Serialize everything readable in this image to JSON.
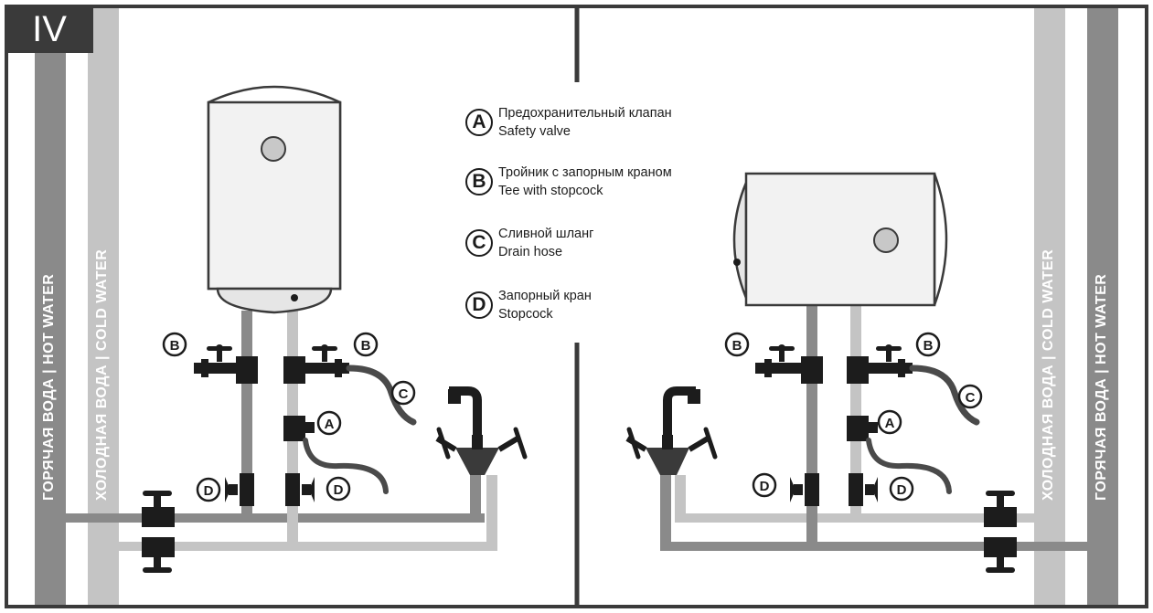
{
  "panel_label": "IV",
  "legend": [
    {
      "letter": "A",
      "ru": "Предохранительный клапан",
      "en": "Safety valve"
    },
    {
      "letter": "B",
      "ru": "Тройник с запорным краном",
      "en": "Tee with stopcock"
    },
    {
      "letter": "C",
      "ru": "Сливной шланг",
      "en": "Drain hose"
    },
    {
      "letter": "D",
      "ru": "Запорный кран",
      "en": "Stopcock"
    }
  ],
  "risers": {
    "hot": "ГОРЯЧАЯ ВОДА  |  HOT WATER",
    "cold": "ХОЛОДНАЯ ВОДА  |  COLD WATER"
  },
  "callouts": {
    "a": "A",
    "b": "B",
    "c": "C",
    "d": "D"
  },
  "colors": {
    "frame": "#3a3a3a",
    "hot_pipe": "#8a8a8a",
    "cold_pipe": "#c4c4c4",
    "valve": "#1c1c1c",
    "heater_body": "#f2f2f2"
  }
}
